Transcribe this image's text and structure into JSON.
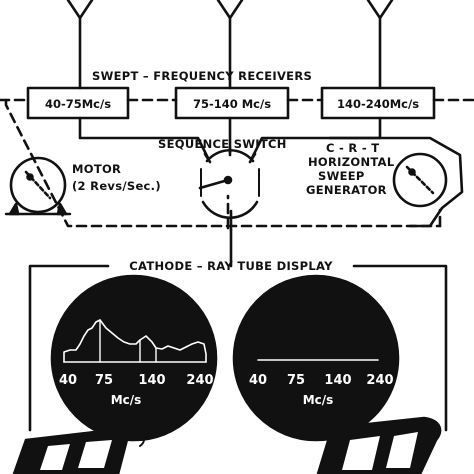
{
  "receivers": {
    "title": "SWEPT – FREQUENCY RECEIVERS",
    "bands": [
      "40-75Mc/s",
      "75-140 Mc/s",
      "140-240Mc/s"
    ]
  },
  "sequence_switch": {
    "label": "SEQUENCE SWITCH"
  },
  "motor": {
    "label": "MOTOR",
    "speed": "(2 Revs/Sec.)"
  },
  "crt_generator": {
    "line1": "C - R - T",
    "line2": "HORIZONTAL",
    "line3": "SWEEP",
    "line4": "GENERATOR"
  },
  "display": {
    "title": "CATHODE – RAY TUBE DISPLAY",
    "scopes": [
      {
        "ticks": [
          "40",
          "75",
          "140",
          "240"
        ],
        "unit": "Mc/s"
      },
      {
        "ticks": [
          "40",
          "75",
          "140",
          "240"
        ],
        "unit": "Mc/s"
      }
    ]
  },
  "colors": {
    "ink": "#111111",
    "paper": "#ffffff"
  }
}
